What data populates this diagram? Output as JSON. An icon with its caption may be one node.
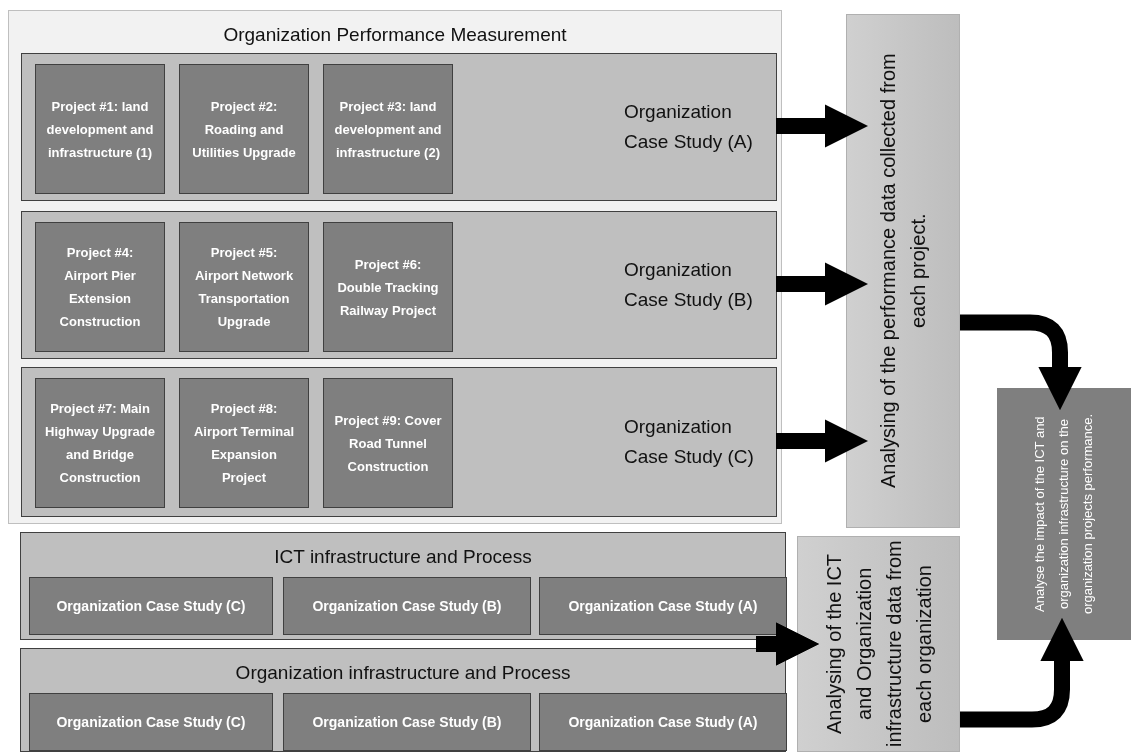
{
  "diagram": {
    "nodes": [
      {
        "text": [
          "Organization Performance Measurement"
        ]
      },
      {
        "text": [
          "Organization Case Study (A)"
        ],
        "in": 0
      },
      {
        "text": [
          "Project #1: land development and infrastructure (1)"
        ],
        "in": 1
      },
      {
        "text": [
          "Project #2: Roading and Utilities Upgrade"
        ],
        "in": 1
      },
      {
        "text": [
          "Project #3: land development and infrastructure (2)"
        ],
        "in": 1
      },
      {
        "text": [
          "Organization Case Study (B)"
        ],
        "in": 0
      },
      {
        "text": [
          "Project #4: Airport Pier Extension Construction"
        ],
        "in": 5
      },
      {
        "text": [
          "Project #5: Airport Network Transportation Upgrade"
        ],
        "in": 5
      },
      {
        "text": [
          "Project #6: Double Tracking Railway Project"
        ],
        "in": 5
      },
      {
        "text": [
          "Organization Case Study (C)"
        ],
        "in": 0
      },
      {
        "text": [
          "Project #7: Main Highway Upgrade and Bridge Construction"
        ],
        "in": 9
      },
      {
        "text": [
          "Project #8: Airport Terminal Expansion Project"
        ],
        "in": 9
      },
      {
        "text": [
          "Project #9: Cover Road Tunnel Construction"
        ],
        "in": 9
      },
      {
        "text": [
          "Analysing of the performance data collected from each project."
        ]
      },
      {
        "text": [
          "ICT infrastructure and Process"
        ]
      },
      {
        "text": [
          "Organization Case Study (C)"
        ],
        "in": 14
      },
      {
        "text": [
          "Organization Case Study (B)"
        ],
        "in": 14
      },
      {
        "text": [
          "Organization Case Study (A)"
        ],
        "in": 14
      },
      {
        "text": [
          "Organization infrastructure and Process"
        ]
      },
      {
        "text": [
          "Organization Case Study (C)"
        ],
        "in": 18
      },
      {
        "text": [
          "Organization Case Study (B)"
        ],
        "in": 18
      },
      {
        "text": [
          "Organization Case Study (A)"
        ],
        "in": 18
      },
      {
        "text": [
          "Analysing of the ICT and Organization infrastructure data from each organization"
        ]
      },
      {
        "text": [
          "Analyse the impact of the ICT and organization infrastructure on the organization projects performance."
        ]
      }
    ],
    "edges": [
      {
        "from": 1,
        "to": 13,
        "arrow": "to"
      },
      {
        "from": 5,
        "to": 13,
        "arrow": "to"
      },
      {
        "from": 9,
        "to": 13,
        "arrow": "to"
      },
      {
        "from": 13,
        "to": 23,
        "arrow": "to"
      },
      {
        "from": 14,
        "to": 22,
        "arrow": "to"
      },
      {
        "from": 18,
        "to": 22,
        "arrow": "to"
      },
      {
        "from": 22,
        "to": 23,
        "arrow": "to"
      }
    ]
  }
}
